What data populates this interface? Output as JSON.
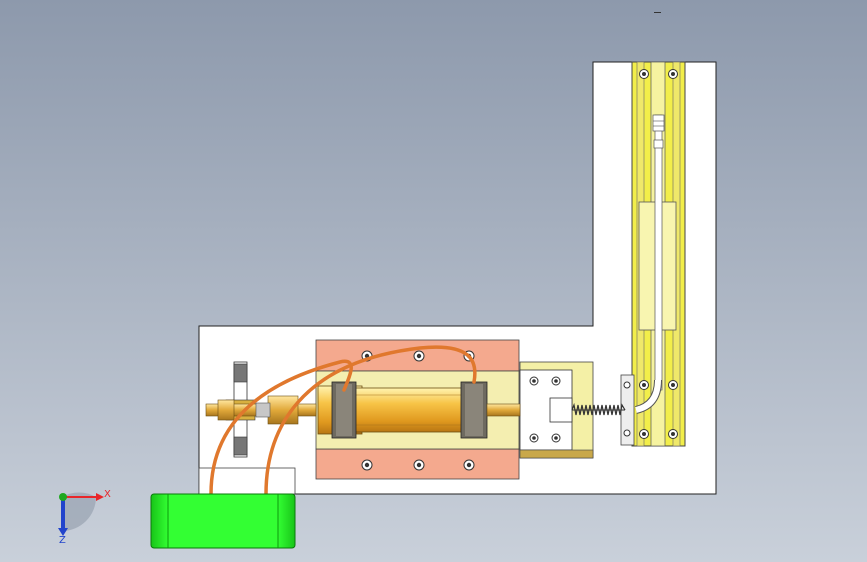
{
  "viewport": {
    "background_top": "#8d99ac",
    "background_bottom": "#c9d0da"
  },
  "colors": {
    "base_plate": "#ffffff",
    "rail_yellow": "#f2ee4a",
    "rail_gold_edge": "#c8a13a",
    "salmon_block": "#f4a98e",
    "cylinder_gold": "#f2b23a",
    "hose_orange": "#e0782d",
    "clamp_gray": "#6e6a60",
    "guide_cream": "#f4f0a6",
    "green_block": "#22ee22",
    "axis_x": "#e8262a",
    "axis_y": "#1fa81f",
    "axis_z": "#2244cc"
  },
  "triad": {
    "x_label": "X",
    "z_label": "Z",
    "x_icon": "x-axis-arrow-icon",
    "z_icon": "z-axis-arrow-icon"
  },
  "parts": {
    "base_plate": "l-shaped-base-plate",
    "vertical_rail": "vertical-slide-rail",
    "cylinder": "air-cylinder",
    "mount_block": "cylinder-mount-block",
    "guide_block": "spring-guide-block",
    "green_block": "green-valve-block",
    "hand_wheel": "hand-wheel",
    "spring": "compression-spring"
  }
}
